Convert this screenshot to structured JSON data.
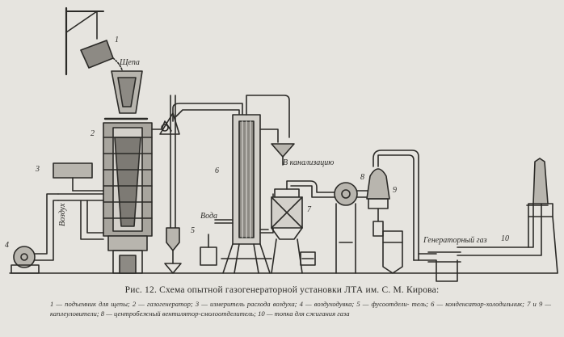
{
  "figure": {
    "labels": {
      "n1": "1",
      "n2": "2",
      "n3": "3",
      "n4": "4",
      "n5": "5",
      "n6": "6",
      "n7": "7",
      "n8": "8",
      "n9": "9",
      "n10": "10",
      "shchepa": "Щепа",
      "v_kanalizatsiyu": "В канализацию",
      "voda": "Вода",
      "vozdukh": "Воздух",
      "generatornyi_gaz": "Генераторный газ"
    }
  },
  "caption": {
    "title": "Рис. 12. Схема опытной газогенераторной установки ЛТА им. С. М. Кирова:",
    "legend_line1": "1 — подъемник для щепы; 2 — газогенератор; 3 — измеритель расхода воздуха; 4 — воздуходувка; 5 — фусоотдели-",
    "legend_line2": "тель; 6 — конденсатор-холодильник; 7 и 9 — каплеуловители; 8 — центробежный вентилятор-смолоотделитель;",
    "legend_line3": "10 — топка для сжигания газа"
  },
  "colors": {
    "ink": "#2b2a27",
    "paper": "#e6e4df",
    "shade": "#8d8a84"
  }
}
